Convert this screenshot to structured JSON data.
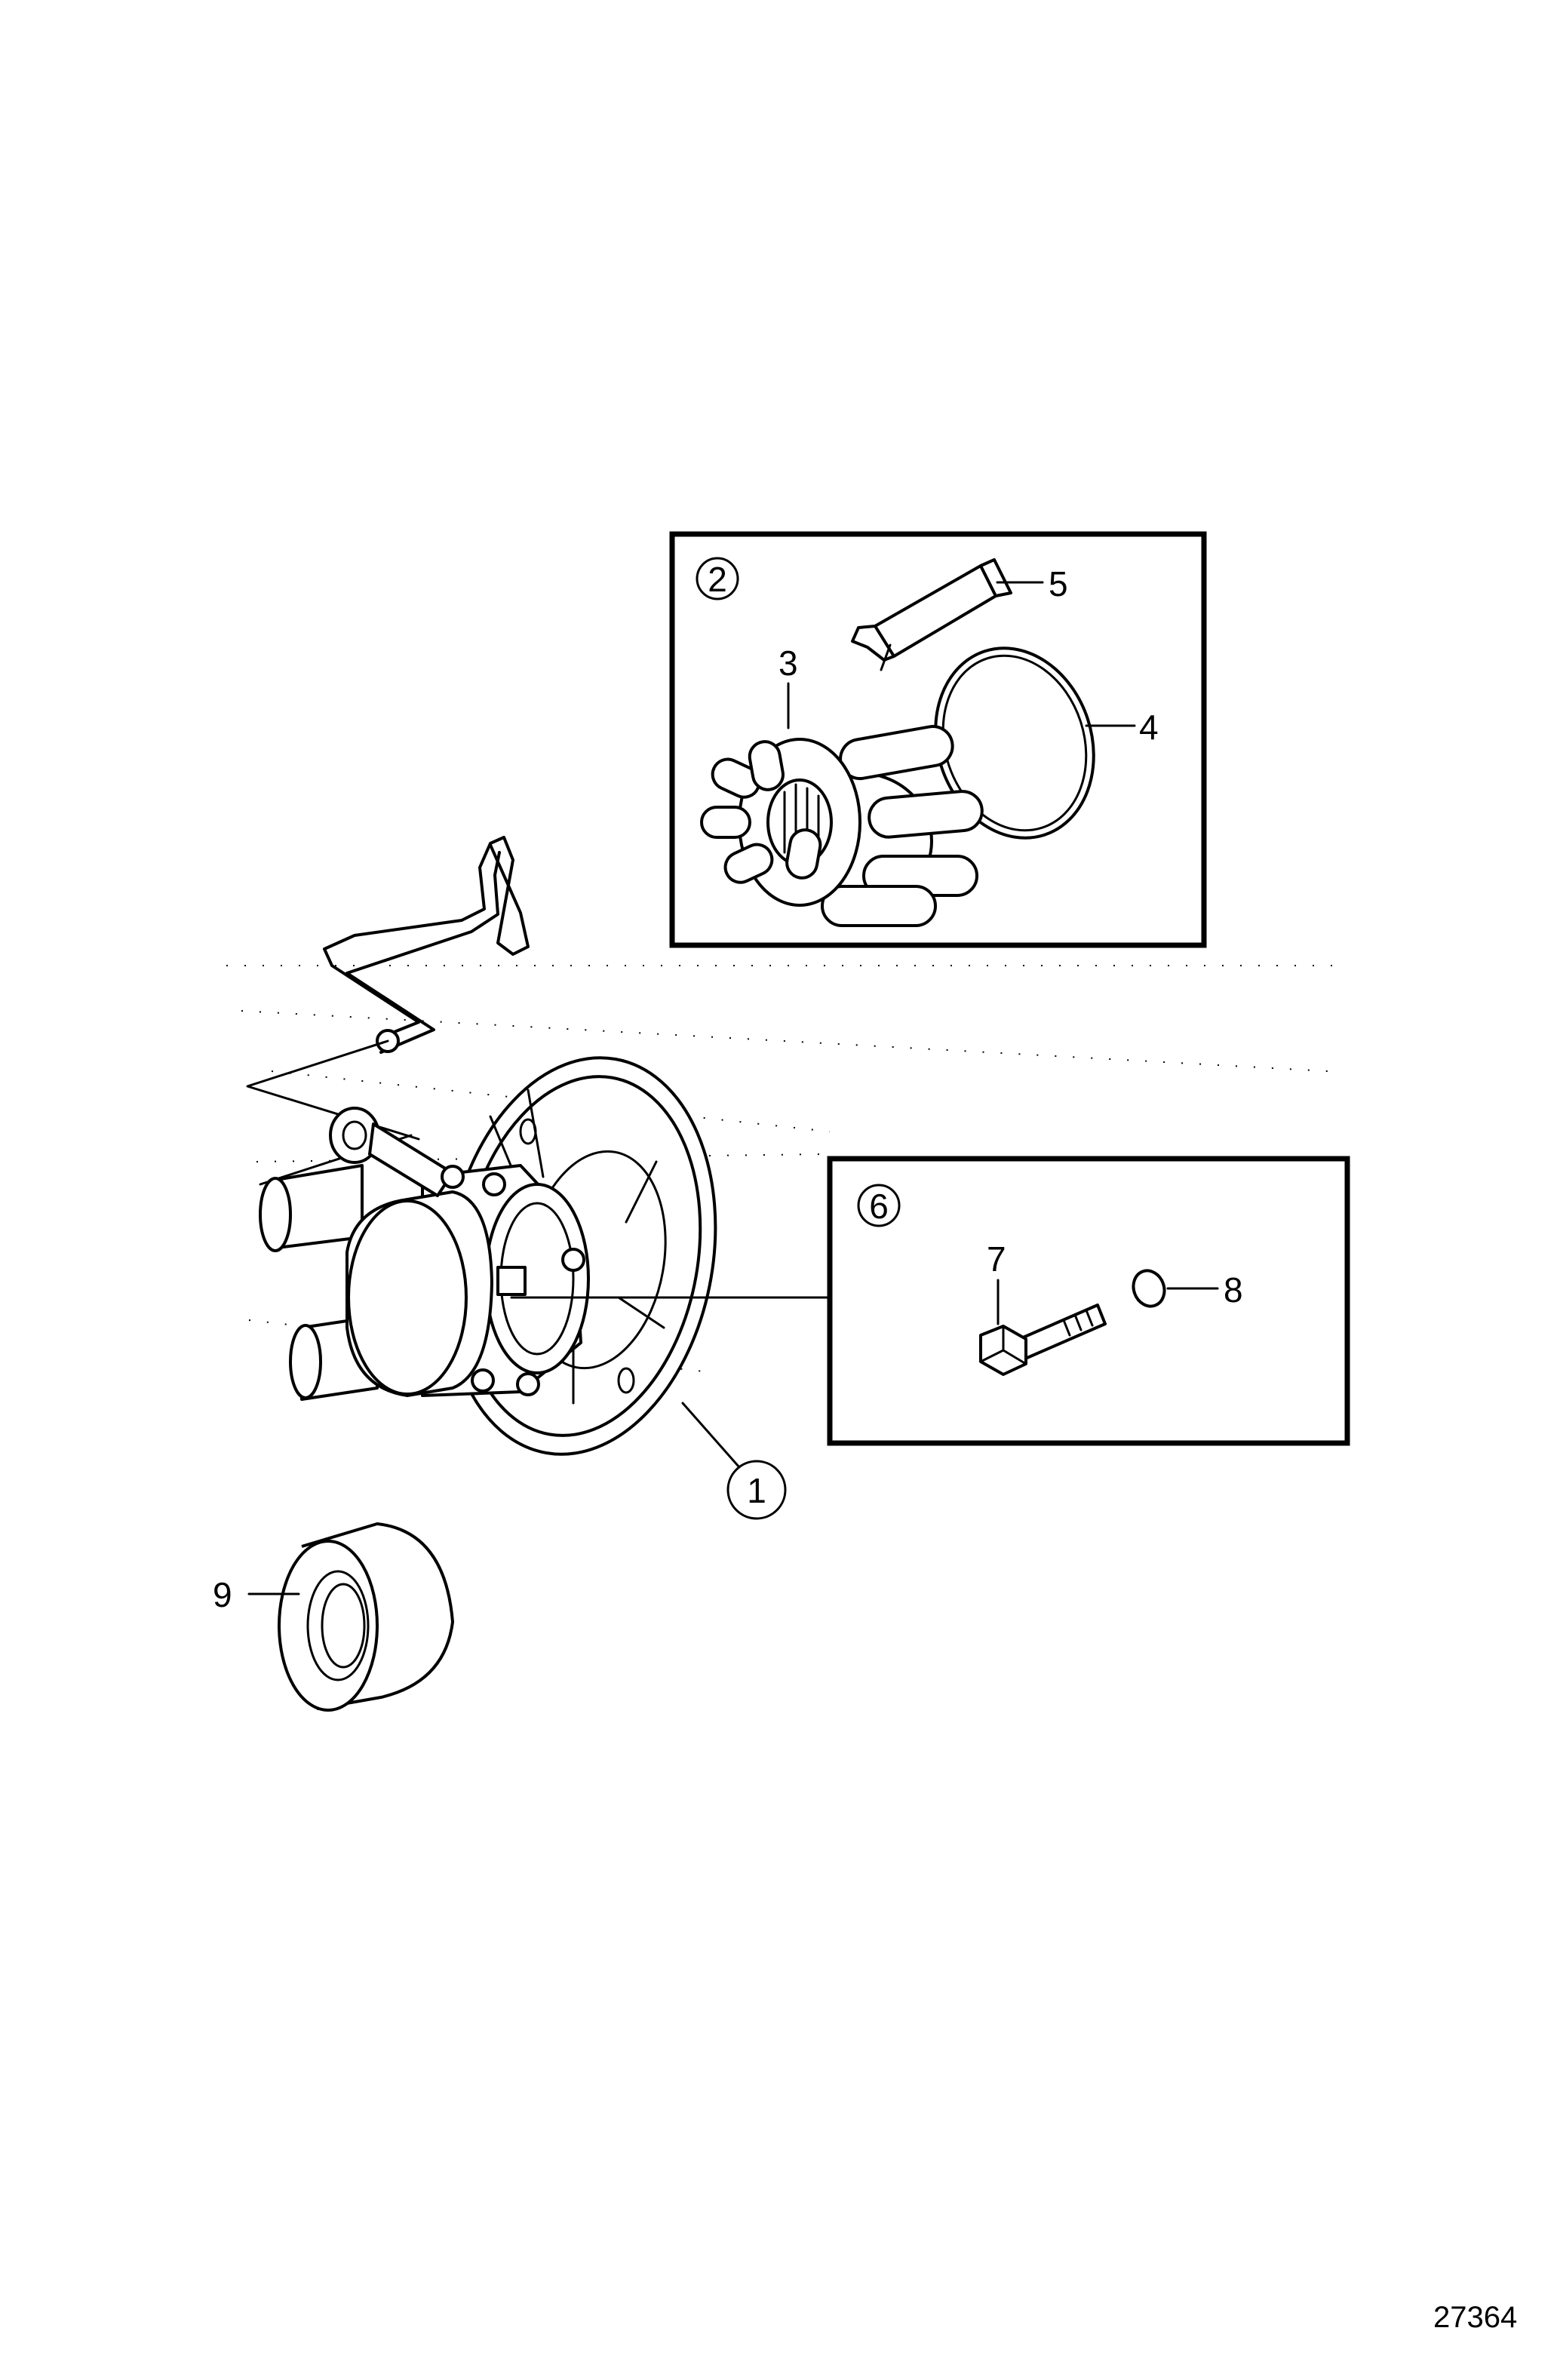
{
  "figure_number": "27364",
  "callouts": {
    "c1": "1",
    "c2": "2",
    "c3": "3",
    "c4": "4",
    "c5": "5",
    "c6": "6",
    "c7": "7",
    "c8": "8",
    "c9": "9"
  }
}
